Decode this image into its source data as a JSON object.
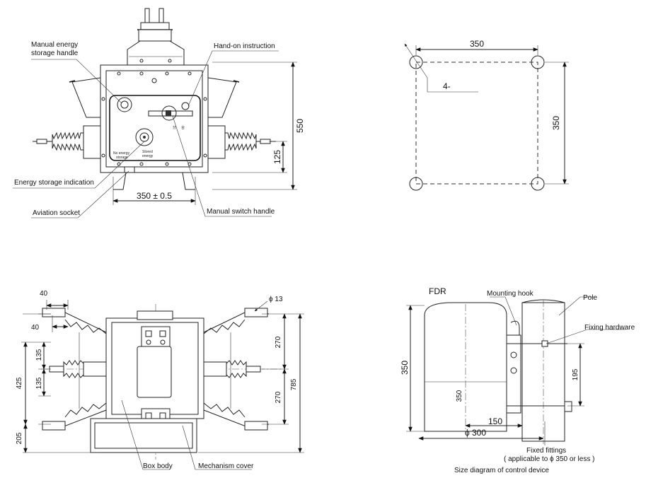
{
  "front_view": {
    "labels": {
      "manual_energy_storage_handle_1": "Manual energy",
      "manual_energy_storage_handle_2": "storage handle",
      "hand_on_instruction": "Hand-on instruction",
      "energy_storage_indication": "Energy storage indication",
      "aviation_socket": "Aviation socket",
      "manual_switch_handle": "Manual switch handle",
      "no_energy_storage_1": "No energy",
      "no_energy_storage_2": "storage",
      "stored_energy_1": "Stored",
      "stored_energy_2": "energy",
      "open_char": "分",
      "close_char": "合"
    },
    "dimensions": {
      "height": "550",
      "socket_height": "125",
      "mount_width": "350 ± 0.5"
    }
  },
  "hole_pattern": {
    "width": "350",
    "height": "350",
    "holes": "4-"
  },
  "top_view": {
    "labels": {
      "box_body": "Box body",
      "mechanism_cover": "Mechanism cover"
    },
    "dimensions": {
      "d40_top": "40",
      "d40_left": "40",
      "d135_upper": "135",
      "d135_lower": "135",
      "d425": "425",
      "d205": "205",
      "d270_upper": "270",
      "d270_lower": "270",
      "d785": "785",
      "phi13": "ϕ 13"
    }
  },
  "control_device": {
    "labels": {
      "fdr": "FDR",
      "mounting_hook": "Mounting hook",
      "pole": "Pole",
      "fixing_hardware": "Fixing hardware",
      "fixed_fittings_1": "Fixed fittings",
      "fixed_fittings_2": "( applicable to ϕ 350 or less )",
      "caption": "Size diagram of control device"
    },
    "dimensions": {
      "height_outer": "350",
      "height_inner": "350",
      "d150": "150",
      "d300": "ϕ 300",
      "d195": "195"
    }
  }
}
